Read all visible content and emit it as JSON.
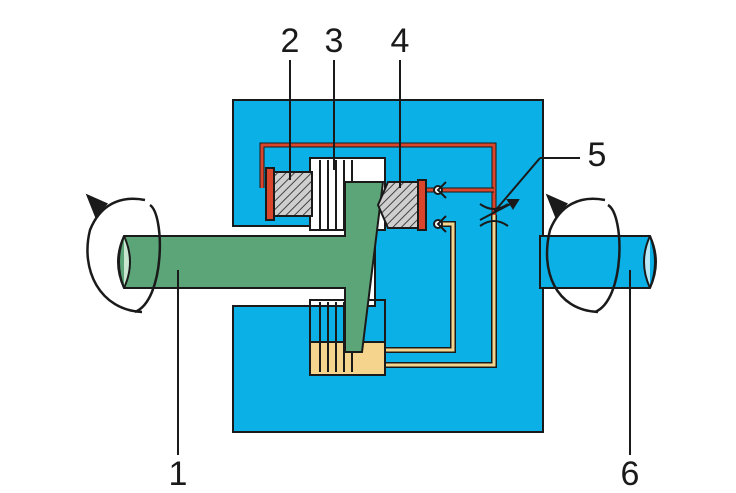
{
  "labels": {
    "input_shaft": "1",
    "piston_a": "2",
    "plates": "3",
    "piston_b": "4",
    "valve": "5",
    "output_shaft": "6"
  },
  "icons": {
    "rotation": "rotation-arrow-icon",
    "check_valve": "check-valve-icon",
    "throttle": "throttle-valve-icon"
  },
  "colors": {
    "housing": "#0AB0E6",
    "shaft_input": "#5CA578",
    "shaft_output": "#0AB0E6",
    "oil_line": "#F5D58E",
    "pressure_line": "#D9462B",
    "plates": "#ffffff",
    "outline": "#1a1a1a"
  }
}
